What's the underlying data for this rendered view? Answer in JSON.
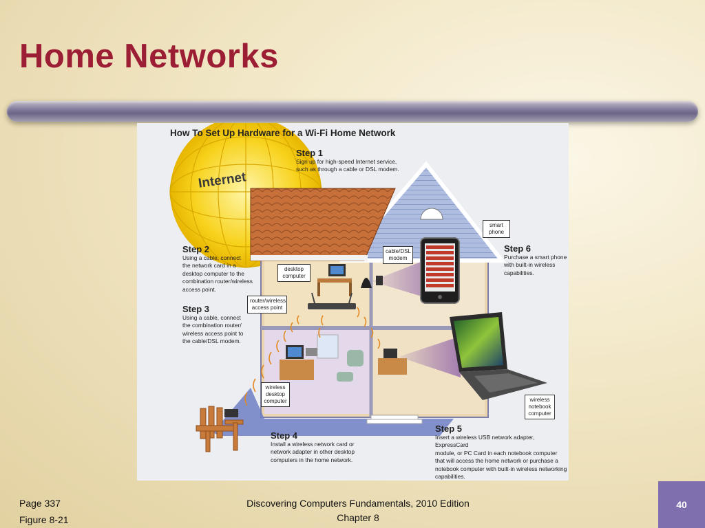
{
  "slide": {
    "title": "Home Networks",
    "page_number": "40"
  },
  "figure": {
    "title": "How To Set Up Hardware for a Wi-Fi Home Network",
    "internet_label": "Internet",
    "steps": {
      "step1": {
        "heading": "Step 1",
        "text": "Sign up for high-speed Internet service,\nsuch as through a cable or DSL modem."
      },
      "step2": {
        "heading": "Step 2",
        "text": "Using a cable, connect\nthe network card in a\ndesktop computer to the\ncombination router/wireless\naccess point."
      },
      "step3": {
        "heading": "Step 3",
        "text": "Using a cable, connect\nthe combination router/\nwireless access point to\nthe cable/DSL modem."
      },
      "step4": {
        "heading": "Step 4",
        "text": "Install a wireless network card or\nnetwork adapter in other desktop\ncomputers in the home network."
      },
      "step5": {
        "heading": "Step 5",
        "text": "Insert a wireless USB network adapter, ExpressCard\nmodule, or PC Card in each notebook computer\nthat will access the home network or purchase a\nnotebook computer with built-in wireless networking\ncapabilities."
      },
      "step6": {
        "heading": "Step 6",
        "text": "Purchase a smart phone\nwith built-in wireless\ncapabilities."
      }
    },
    "callouts": {
      "desktop_computer": "desktop\ncomputer",
      "router": "router/wireless\naccess point",
      "modem": "cable/DSL\nmodem",
      "smart_phone": "smart\nphone",
      "wireless_desktop": "wireless\ndesktop\ncomputer",
      "wireless_notebook": "wireless\nnotebook\ncomputer"
    }
  },
  "footer": {
    "page": "Page 337",
    "figure": "Figure 8-21",
    "book": "Discovering Computers Fundamentals, 2010 Edition",
    "chapter": "Chapter 8"
  },
  "colors": {
    "title": "#9c1e35",
    "page_box": "#7f6fae",
    "roof": "#c8703a",
    "siding": "#a9b8dd",
    "wifi_beam": "#8a5ca8"
  },
  "icons": [
    "globe-icon",
    "house-illustration",
    "router-icon",
    "modem-icon",
    "smart-phone-icon",
    "notebook-icon",
    "desktop-icon",
    "chair-icon",
    "wifi-waves-icon"
  ]
}
